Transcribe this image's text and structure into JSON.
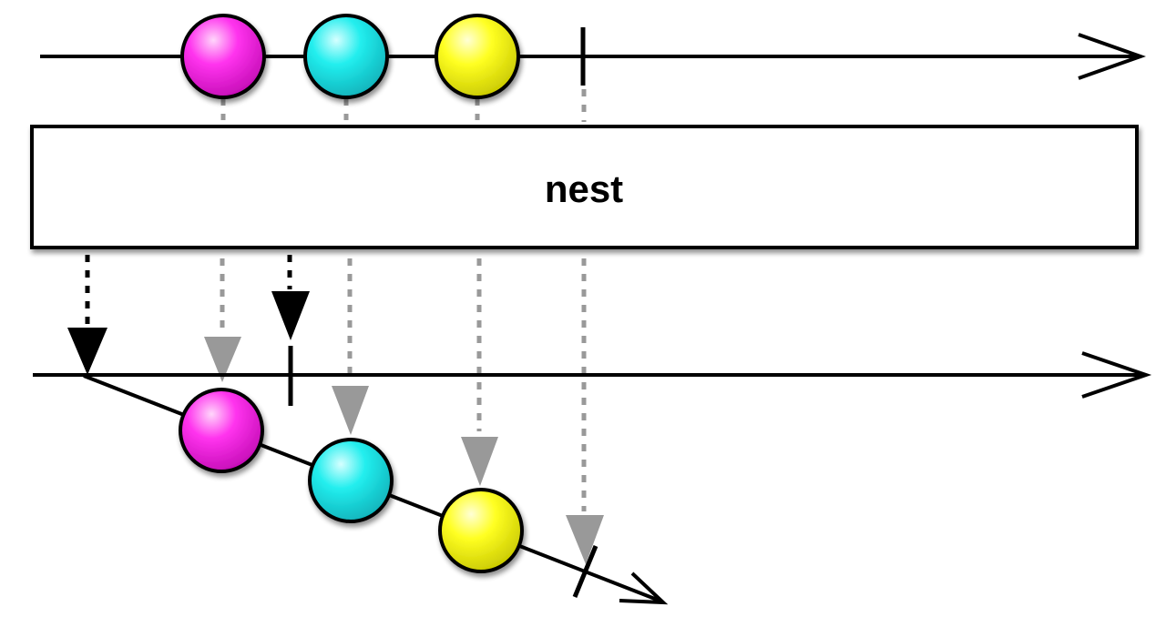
{
  "operator": {
    "label": "nest"
  },
  "colors": {
    "marble_magenta": "#ff33ee",
    "marble_cyan": "#22eeee",
    "marble_yellow": "#ffff22",
    "arrow_gray": "#999999",
    "arrow_black": "#000000",
    "line": "#000000"
  },
  "source_stream": {
    "items": [
      {
        "name": "magenta",
        "color_key": "marble_magenta"
      },
      {
        "name": "cyan",
        "color_key": "marble_cyan"
      },
      {
        "name": "yellow",
        "color_key": "marble_yellow"
      }
    ],
    "completes": true
  },
  "output_stream": {
    "emits_inner_observable": true,
    "completes": true,
    "inner_items": [
      {
        "name": "magenta",
        "color_key": "marble_magenta"
      },
      {
        "name": "cyan",
        "color_key": "marble_cyan"
      },
      {
        "name": "yellow",
        "color_key": "marble_yellow"
      }
    ],
    "inner_completes": true
  }
}
